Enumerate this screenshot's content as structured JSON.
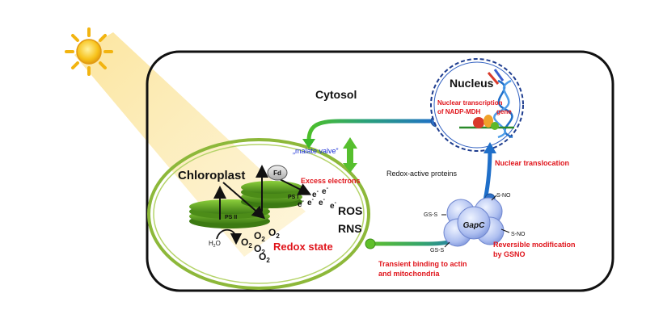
{
  "labels": {
    "cytosol": "Cytosol",
    "nucleus": "Nucleus",
    "nuclear_transcription_line1": "Nuclear transcription",
    "nuclear_transcription_line2": "of NADP-MDH",
    "nuclear_transcription_gene": "gene",
    "nuclear_translocation": "Nuclear translocation",
    "chloroplast": "Chloroplast",
    "fd": "Fd",
    "malate_valve": "„malate valve”",
    "excess_electrons": "Excess electrons",
    "redox_active_proteins": "Redox-active proteins",
    "ps_i": "PS I",
    "ps_ii": "PS II",
    "electron": "e",
    "electron_charge": "-",
    "ros": "ROS",
    "rns": "RNS",
    "water": "H",
    "water_sub": "2",
    "water_o": "O",
    "oxygen": "O",
    "oxygen_sub": "2",
    "redox_state": "Redox state",
    "gapc": "GapC",
    "sno": "S-NO",
    "gss": "GS-S",
    "reversible_line1": "Reversible  modification",
    "reversible_line2": "by GSNO",
    "transient_line1": "Transient binding to actin",
    "transient_line2": "and mitochondria"
  },
  "colors": {
    "red_text": "#e0141b",
    "blue_text": "#1a2fd6",
    "membrane_green": "#8db83a",
    "pathway_blue": "#1f6fc9",
    "pathway_green": "#5fbf2a",
    "thylakoid_green": "#5e9e1f",
    "sun_yellow": "#f7c21a"
  },
  "icons": [
    "sun-icon",
    "light-beam",
    "dna-icon",
    "protein-cluster"
  ]
}
